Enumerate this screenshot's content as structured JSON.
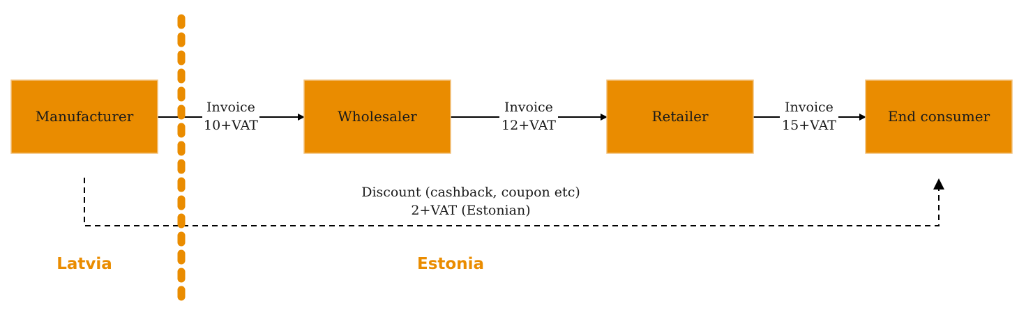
{
  "colors": {
    "box_fill": "#EA8C00",
    "box_stroke": "#F2C27E",
    "region_label": "#EA8C00",
    "border_line": "#EA8C00",
    "arrow": "#000000"
  },
  "nodes": {
    "manufacturer": "Manufacturer",
    "wholesaler": "Wholesaler",
    "retailer": "Retailer",
    "end_consumer": "End consumer"
  },
  "edges": {
    "manufacturer_to_wholesaler": {
      "line1": "Invoice",
      "line2": "10+VAT"
    },
    "wholesaler_to_retailer": {
      "line1": "Invoice",
      "line2": "12+VAT"
    },
    "retailer_to_end_consumer": {
      "line1": "Invoice",
      "line2": "15+VAT"
    }
  },
  "discount": {
    "line1": "Discount (cashback, coupon etc)",
    "line2": "2+VAT (Estonian)"
  },
  "regions": {
    "left": "Latvia",
    "right": "Estonia"
  }
}
